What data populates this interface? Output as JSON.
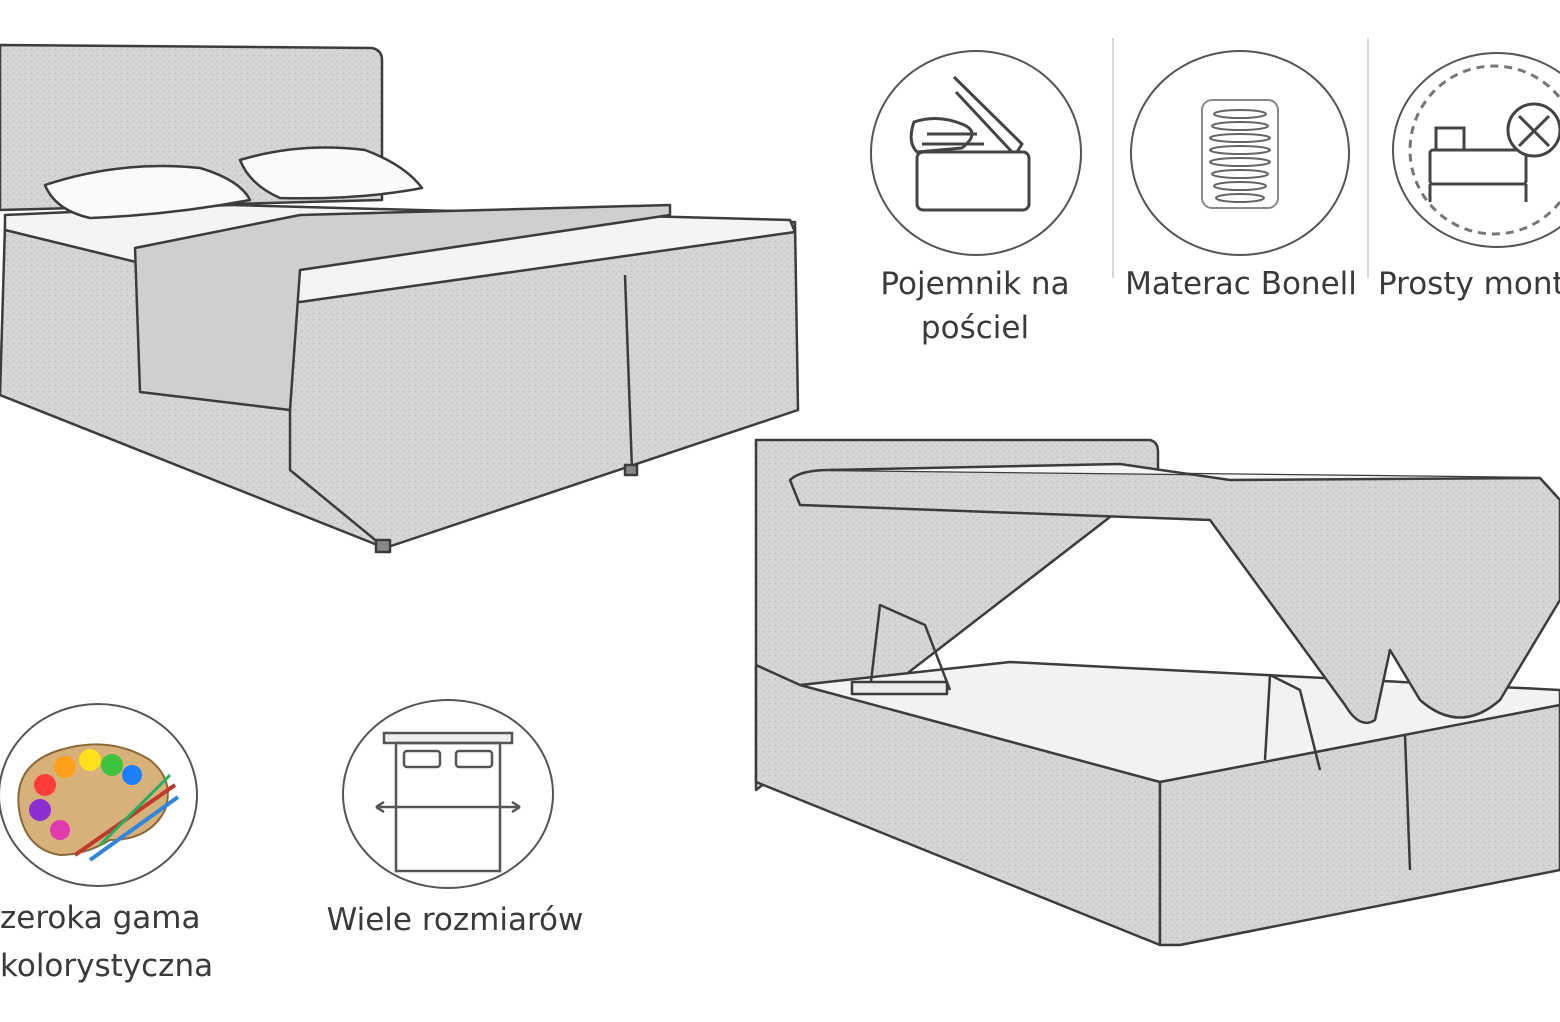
{
  "features": {
    "storage": {
      "line1": "Pojemnik na",
      "line2": "pościel",
      "icon": "storage-box-icon"
    },
    "mattress": {
      "label": "Materac Bonell",
      "icon": "bonell-spring-icon"
    },
    "assembly": {
      "label": "Prosty mont",
      "icon": "assembly-tools-icon"
    },
    "colors": {
      "line1": "zeroka gama",
      "line2": "kolorystyczna",
      "icon": "color-palette-icon"
    },
    "sizes": {
      "label": "Wiele rozmiarów",
      "icon": "bed-size-icon"
    }
  },
  "colors": {
    "fabric": "#d4d4d4",
    "outline": "#3c3c3c"
  }
}
